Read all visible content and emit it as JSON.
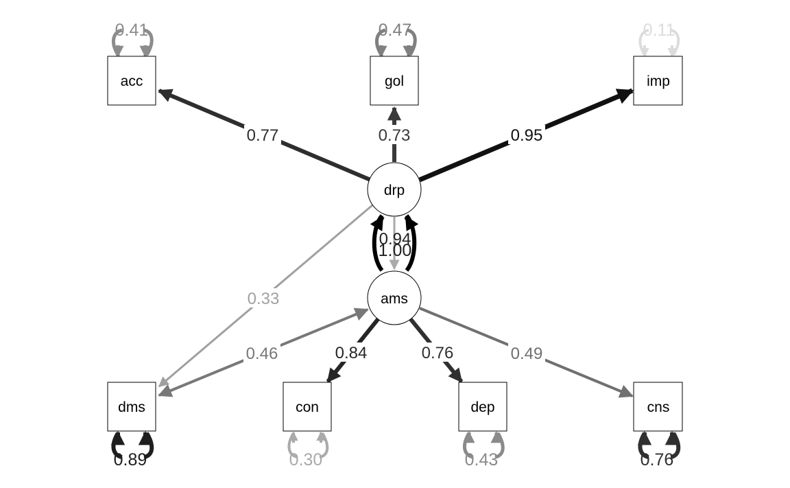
{
  "nodes": {
    "acc": "acc",
    "gol": "gol",
    "imp": "imp",
    "drp": "drp",
    "ams": "ams",
    "dms": "dms",
    "con": "con",
    "dep": "dep",
    "cns": "cns"
  },
  "edges": {
    "drp_acc": {
      "label": "0.77",
      "color": "#2e2e2e"
    },
    "drp_gol": {
      "label": "0.73",
      "color": "#3a3a3a"
    },
    "drp_imp": {
      "label": "0.95",
      "color": "#111111"
    },
    "drp_dms": {
      "label": "0.33",
      "color": "#a0a0a0"
    },
    "ams_dms": {
      "label": "0.46",
      "color": "#787878"
    },
    "ams_con": {
      "label": "0.84",
      "color": "#262626"
    },
    "ams_dep": {
      "label": "0.76",
      "color": "#303030"
    },
    "ams_cns": {
      "label": "0.49",
      "color": "#707070"
    },
    "drp_ams": {
      "label": "0.94",
      "color": "#aaaaaa"
    }
  },
  "variances": {
    "acc": {
      "label": "0.41",
      "color": "#8c8c8c"
    },
    "gol": {
      "label": "0.47",
      "color": "#808080"
    },
    "imp": {
      "label": "0.11",
      "color": "#dcdcdc"
    },
    "drp": {
      "label": "1.00",
      "color": "#000000"
    },
    "dms": {
      "label": "0.89",
      "color": "#1e1e1e"
    },
    "con": {
      "label": "0.30",
      "color": "#aaaaaa"
    },
    "dep": {
      "label": "0.43",
      "color": "#8a8a8a"
    },
    "cns": {
      "label": "0.76",
      "color": "#303030"
    }
  }
}
